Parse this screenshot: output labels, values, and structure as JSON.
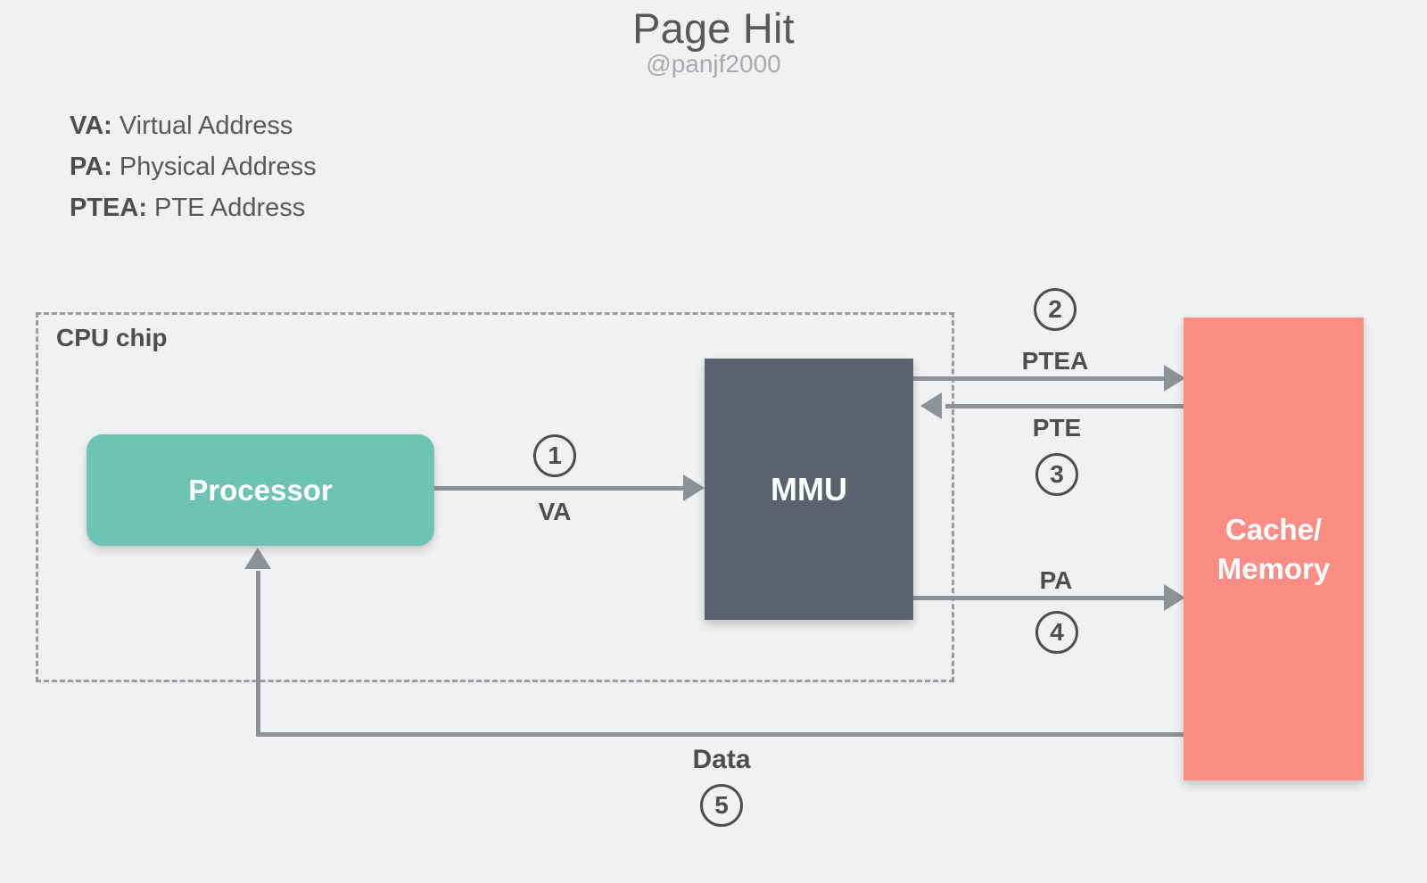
{
  "header": {
    "title": "Page Hit",
    "subtitle": "@panjf2000"
  },
  "legend": {
    "items": [
      {
        "abbr": "VA:",
        "expand": " Virtual Address"
      },
      {
        "abbr": "PA:",
        "expand": " Physical Address"
      },
      {
        "abbr": "PTEA:",
        "expand": " PTE Address"
      }
    ]
  },
  "diagram": {
    "type": "block-flow",
    "cpu_chip_label": "CPU chip",
    "nodes": [
      {
        "id": "processor",
        "label": "Processor",
        "color": "#6ec4b3"
      },
      {
        "id": "mmu",
        "label": "MMU",
        "color": "#5c616f"
      },
      {
        "id": "cache",
        "label_line1": "Cache/",
        "label_line2": "Memory",
        "color": "#fb8d85"
      }
    ],
    "edges": [
      {
        "step": "1",
        "label": "VA",
        "from": "processor",
        "to": "mmu"
      },
      {
        "step": "2",
        "label": "PTEA",
        "from": "mmu",
        "to": "cache"
      },
      {
        "step": "3",
        "label": "PTE",
        "from": "cache",
        "to": "mmu"
      },
      {
        "step": "4",
        "label": "PA",
        "from": "mmu",
        "to": "cache"
      },
      {
        "step": "5",
        "label": "Data",
        "from": "cache",
        "to": "processor"
      }
    ],
    "colors": {
      "background": "#eff1f2",
      "line": "#8e9195",
      "text": "#4d4e50",
      "dashed_border": "#9a9ca0"
    }
  }
}
